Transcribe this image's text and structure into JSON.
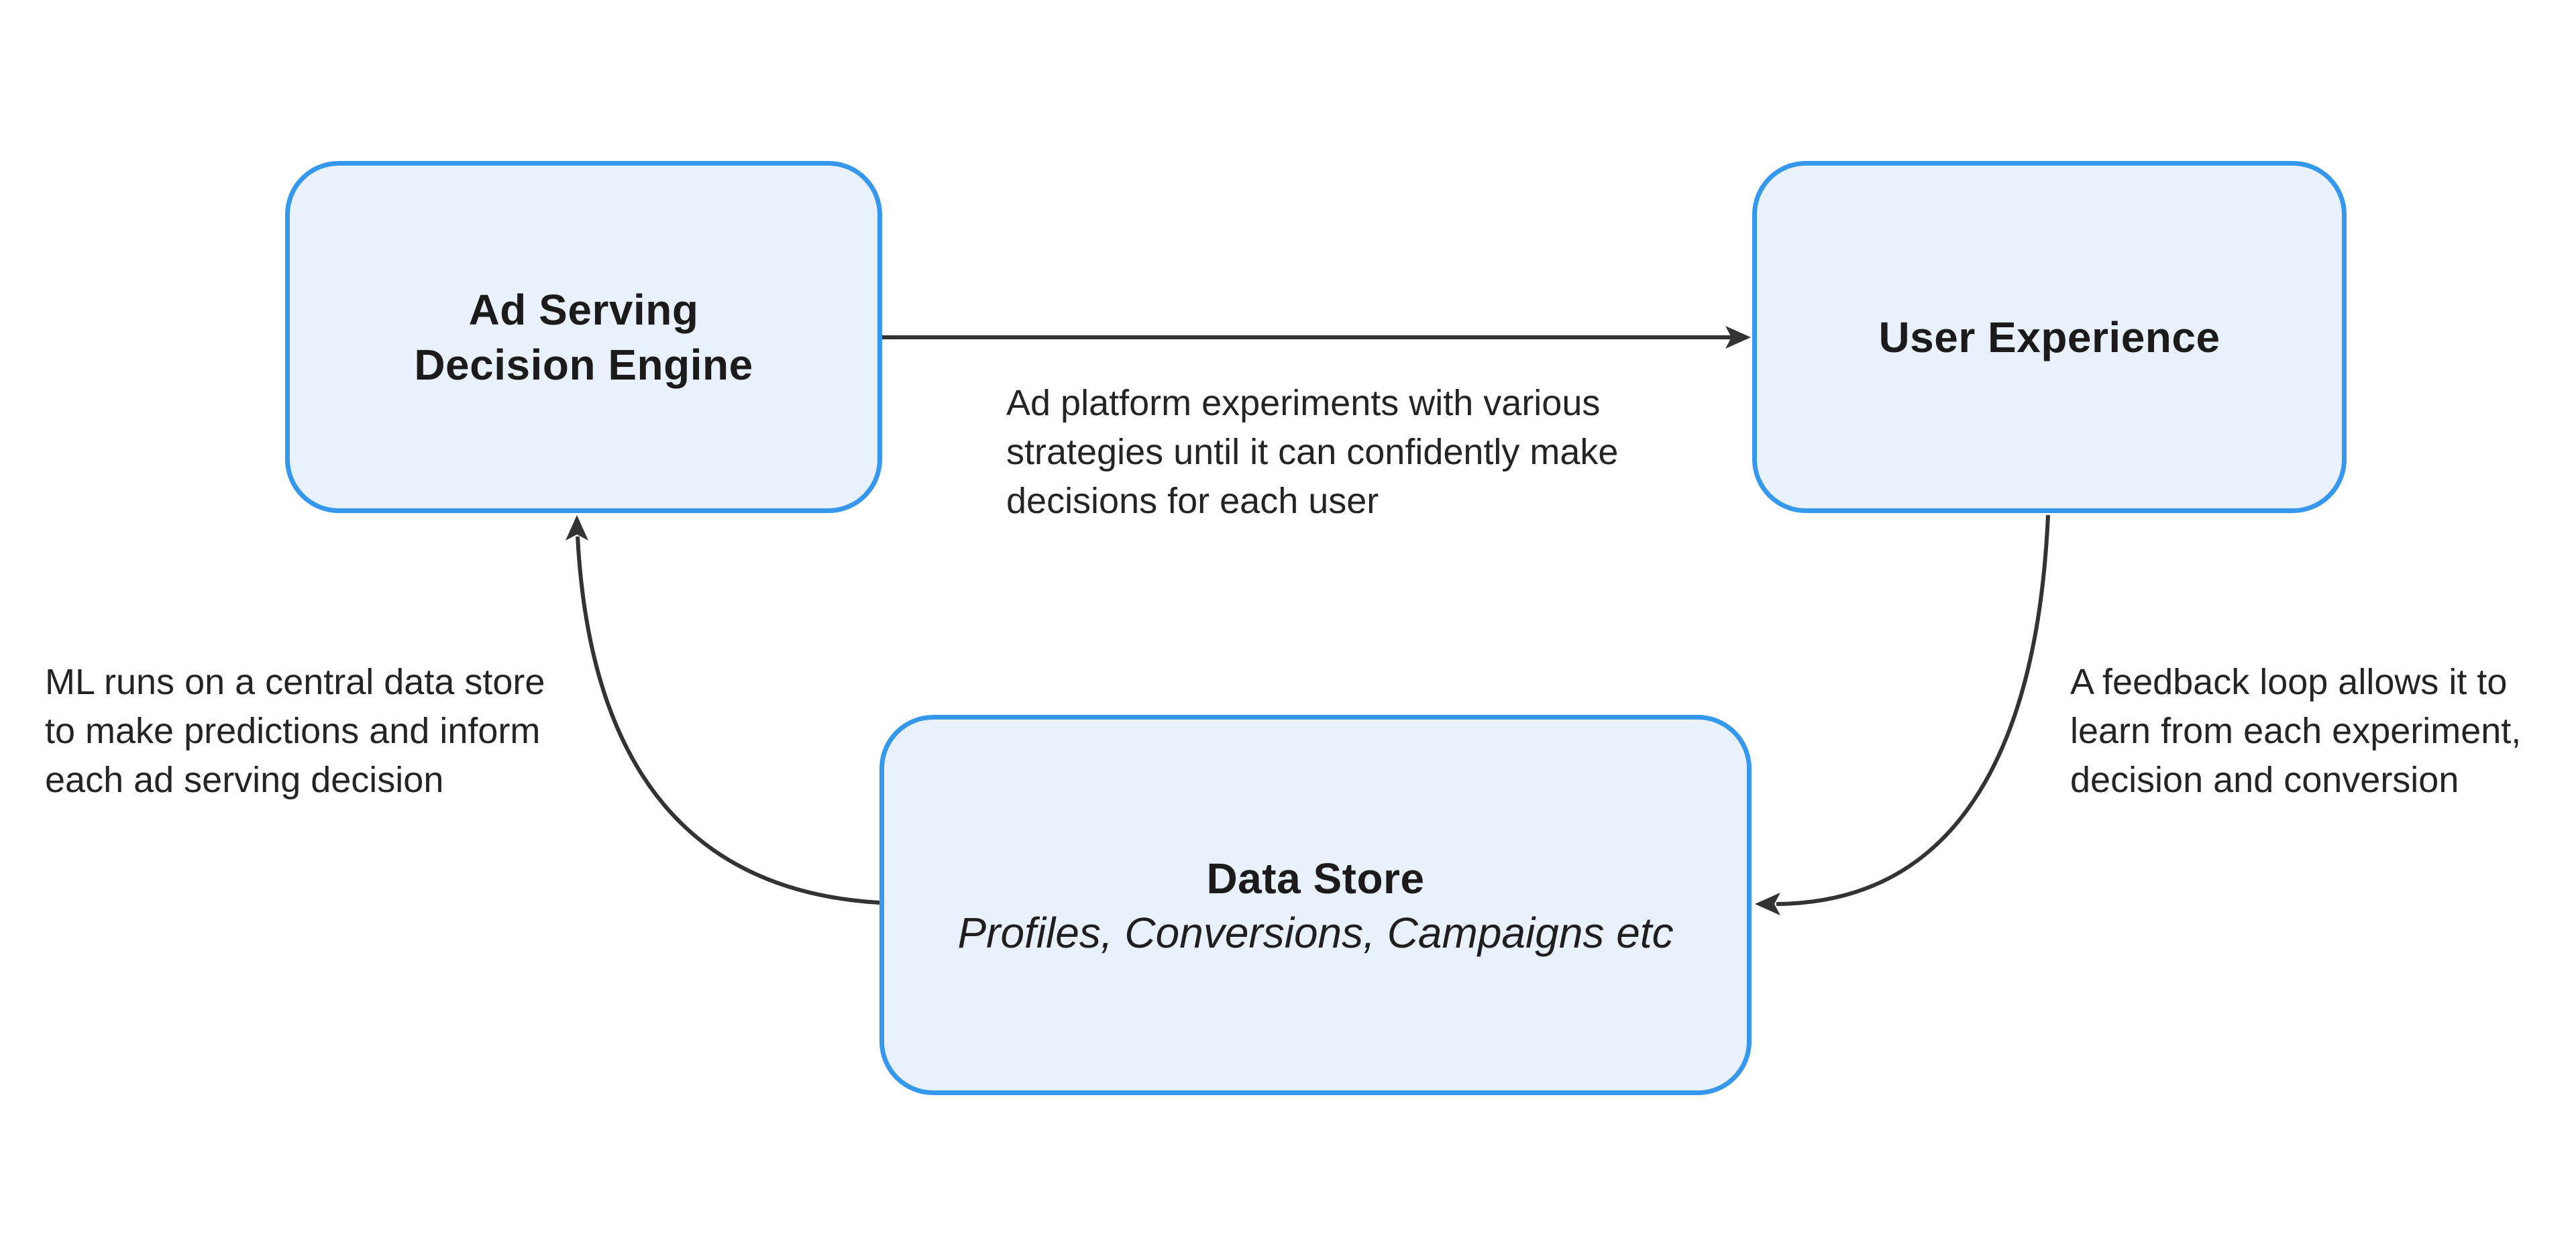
{
  "diagram": {
    "background_color": "#ffffff",
    "node_fill_color": "#e9f2fc",
    "node_border_color": "#3598ec",
    "arrow_color": "#333333",
    "label_text_color": "#1b1b1b",
    "annotation_text_color": "#242424",
    "nodes": {
      "ad_serving": {
        "label": "Ad Serving\nDecision Engine"
      },
      "user_experience": {
        "label": "User Experience"
      },
      "data_store": {
        "title": "Data Store",
        "subtitle": "Profiles, Conversions, Campaigns etc"
      }
    },
    "edges": [
      {
        "from": "ad_serving",
        "to": "user_experience",
        "shape": "straight-horizontal-arrow"
      },
      {
        "from": "user_experience",
        "to": "data_store",
        "shape": "curved-arrow-down-left"
      },
      {
        "from": "data_store",
        "to": "ad_serving",
        "shape": "curved-arrow-left-up"
      }
    ],
    "annotations": {
      "top": {
        "text": "Ad platform experiments with various\nstrategies until it can confidently make\ndecisions for each user"
      },
      "left": {
        "text": "ML runs on a central data store\nto make predictions and inform\neach ad serving decision"
      },
      "right": {
        "text": "A feedback loop allows it to\nlearn from each experiment,\ndecision and conversion"
      }
    }
  }
}
